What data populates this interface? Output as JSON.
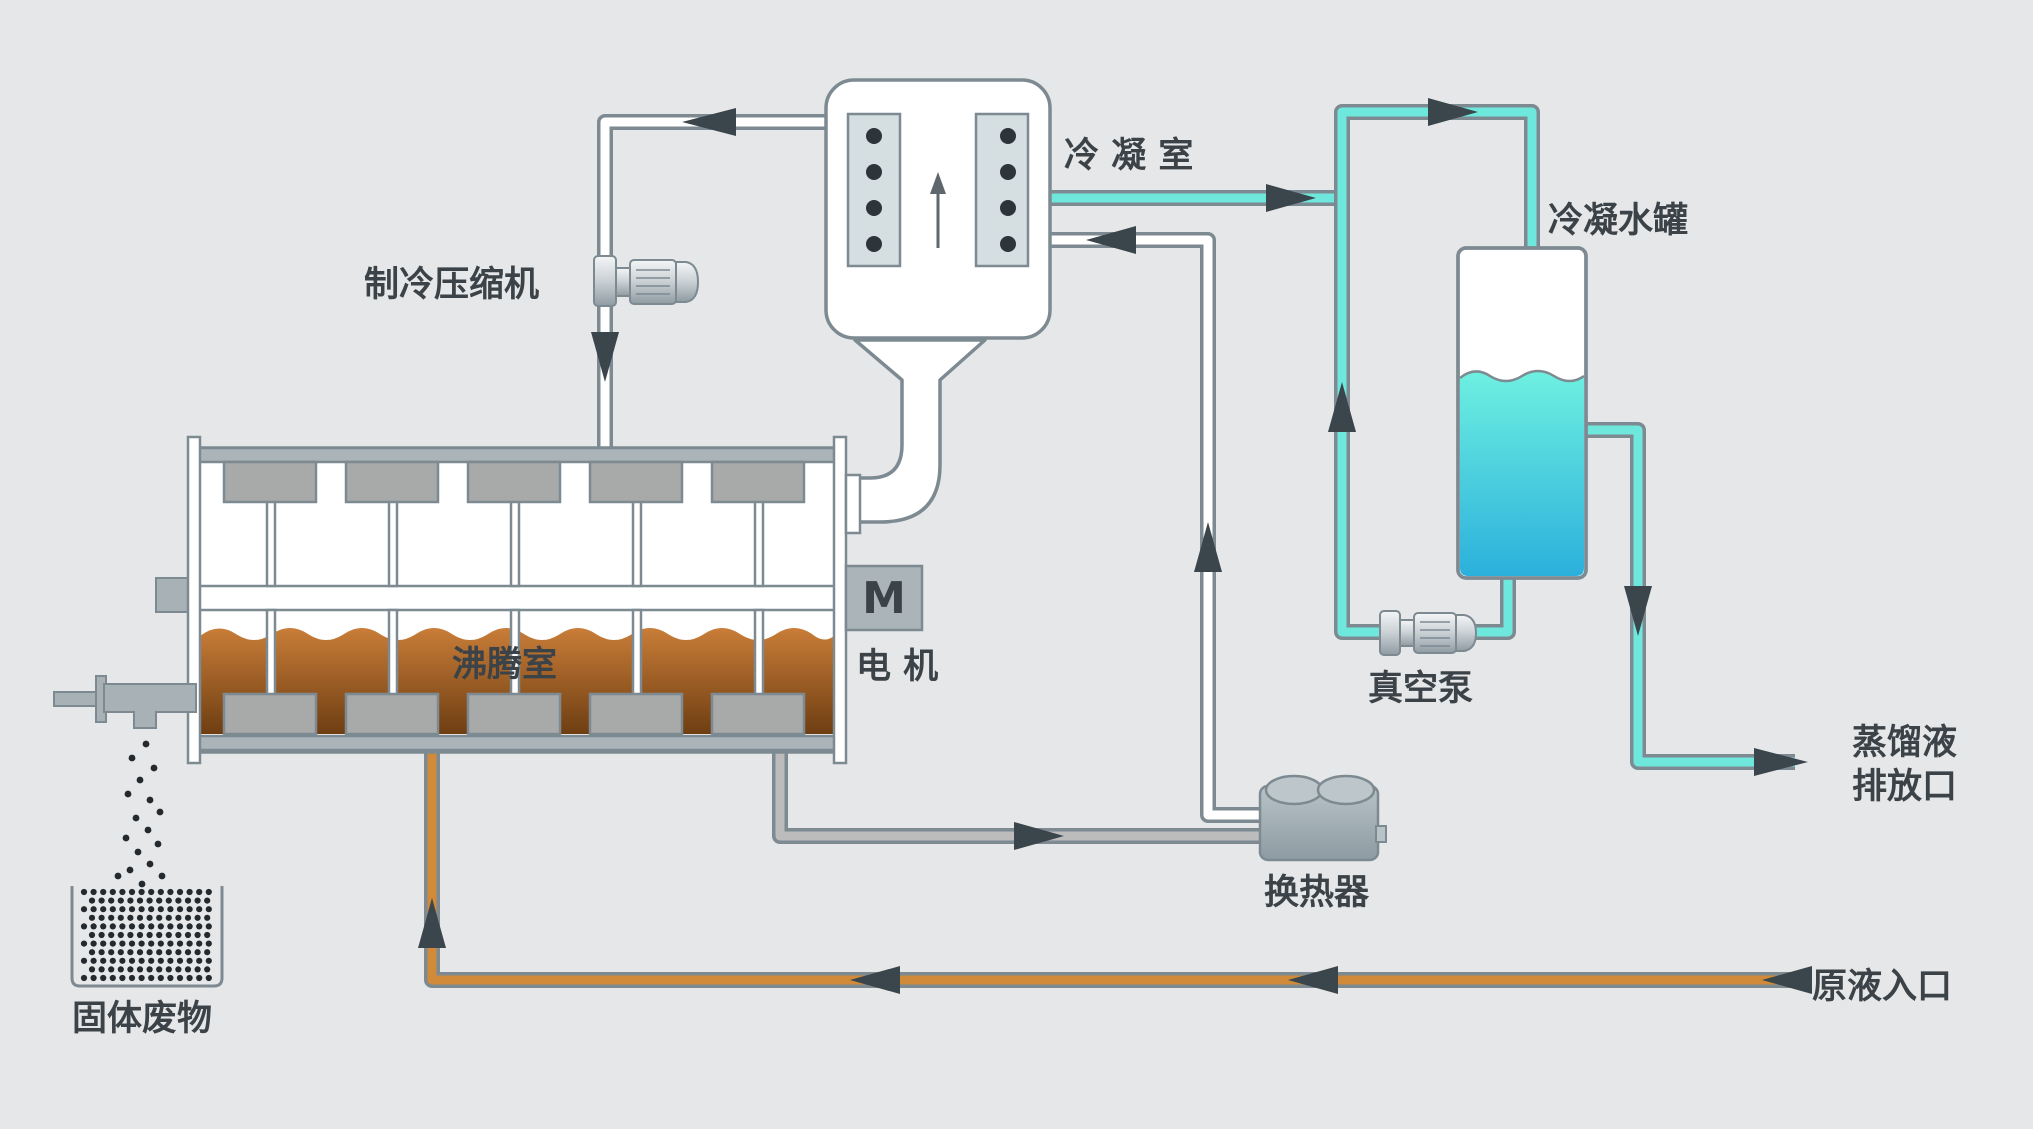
{
  "labels": {
    "condenser": "冷 凝 室",
    "condensate_tank": "冷凝水罐",
    "compressor": "制冷压缩机",
    "boiling_chamber": "沸腾室",
    "motor_symbol": "M",
    "motor": "电 机",
    "vacuum_pump": "真空泵",
    "distillate_outlet_line1": "蒸馏液",
    "distillate_outlet_line2": "排放口",
    "heat_exchanger": "换热器",
    "solid_waste": "固体废物",
    "raw_liquid_inlet": "原液入口"
  },
  "colors": {
    "background": "#e6e7e8",
    "pipe_outline": "#7d8a92",
    "refrigerant_pipe": "#ffffff",
    "cooling_water_pipe": "#6ee8dc",
    "raw_liquid_pipe": "#d08a3a",
    "drain_pipe": "#bcbcbc",
    "liquid_top": "#6ef0e0",
    "liquid_bottom": "#2bb0dc",
    "sludge_top": "#c97d38",
    "sludge_bottom": "#6e3e12",
    "arrow": "#3a454c",
    "label_text": "#3c4348"
  }
}
